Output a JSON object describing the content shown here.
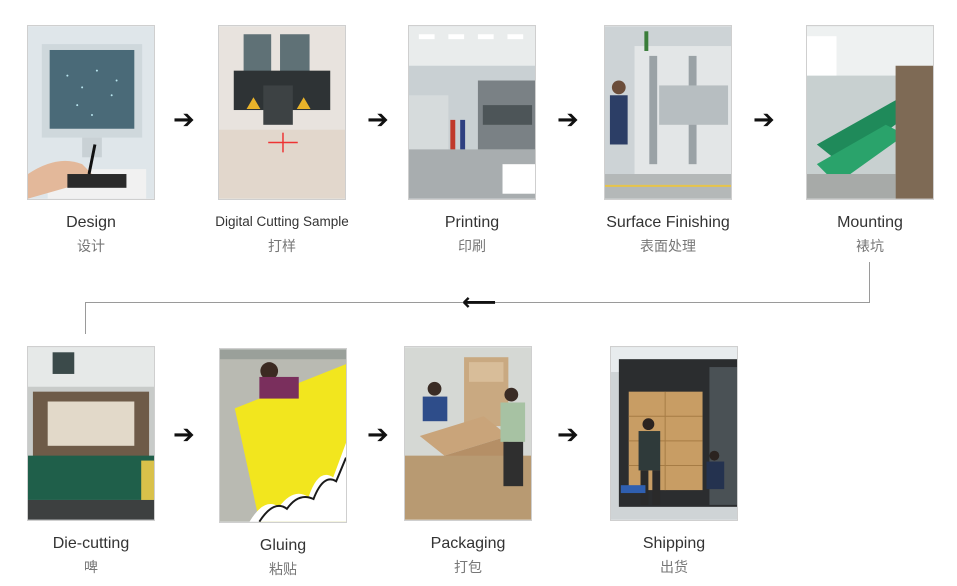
{
  "steps": [
    {
      "en": "Design",
      "zh": "设计",
      "icon": "design-photo"
    },
    {
      "en": "Digital Cutting Sample",
      "zh": "打样",
      "icon": "cutting-photo"
    },
    {
      "en": "Printing",
      "zh": "印刷",
      "icon": "printing-photo"
    },
    {
      "en": "Surface Finishing",
      "zh": "表面处理",
      "icon": "finishing-photo"
    },
    {
      "en": "Mounting",
      "zh": "裱坑",
      "icon": "mounting-photo"
    },
    {
      "en": "Die-cutting",
      "zh": "啤",
      "icon": "diecutting-photo"
    },
    {
      "en": "Gluing",
      "zh": "粘贴",
      "icon": "gluing-photo"
    },
    {
      "en": "Packaging",
      "zh": "打包",
      "icon": "packaging-photo"
    },
    {
      "en": "Shipping",
      "zh": "出货",
      "icon": "shipping-photo"
    }
  ],
  "arrows": {
    "right": "➔",
    "left": "⟵"
  },
  "colors": {
    "connector": "#9a9a9a",
    "text": "#333333",
    "subtext": "#777777"
  }
}
